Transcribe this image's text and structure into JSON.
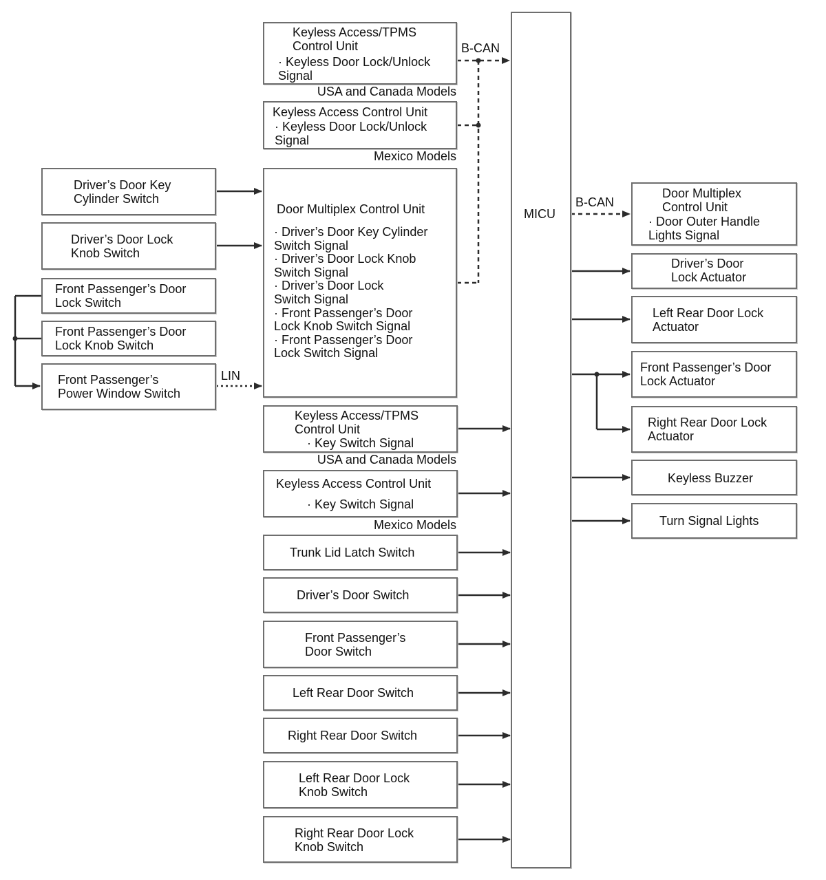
{
  "micu": {
    "label": "MICU"
  },
  "network": {
    "bcan_in": "B-CAN",
    "bcan_out": "B-CAN",
    "lin": "LIN"
  },
  "region_labels": {
    "usa_canada_1": "USA and Canada Models",
    "mexico_1": "Mexico Models",
    "usa_canada_2": "USA and Canada Models",
    "mexico_2": "Mexico Models"
  },
  "left_inputs": {
    "key_cylinder": "Driver’s Door Key\nCylinder Switch",
    "lock_knob": "Driver’s Door Lock\nKnob Switch",
    "fp_lock_switch": "Front Passenger’s Door\nLock Switch",
    "fp_lock_knob": "Front Passenger’s Door\nLock Knob Switch",
    "fp_power_window": "Front Passenger’s\nPower Window Switch"
  },
  "middle_units": {
    "keyless_tpms_1": "Keyless Access/TPMS\nControl Unit",
    "keyless_tpms_1_signal": "· Keyless Door Lock/Unlock\nSignal",
    "keyless_1": "Keyless Access Control Unit",
    "keyless_1_signal": "· Keyless Door Lock/Unlock\nSignal",
    "door_mux_title": "Door Multiplex Control Unit",
    "door_mux_signals": "· Driver’s Door Key Cylinder\nSwitch Signal\n· Driver’s Door Lock Knob\nSwitch Signal\n· Driver’s Door Lock\nSwitch Signal\n· Front Passenger’s Door\nLock Knob Switch Signal\n· Front Passenger’s Door\nLock Switch Signal",
    "keyless_tpms_2": "Keyless Access/TPMS\nControl Unit",
    "keyless_tpms_2_signal": "· Key Switch Signal",
    "keyless_2": "Keyless Access Control Unit",
    "keyless_2_signal": "· Key Switch Signal",
    "trunk_latch": "Trunk Lid Latch Switch",
    "driver_door_switch": "Driver’s Door Switch",
    "fp_door_switch": "Front Passenger’s\nDoor Switch",
    "lr_door_switch": "Left Rear Door Switch",
    "rr_door_switch": "Right Rear Door Switch",
    "lr_lock_knob": "Left Rear Door Lock\nKnob Switch",
    "rr_lock_knob": "Right Rear Door Lock\nKnob Switch"
  },
  "right_outputs": {
    "door_mux_out": "Door Multiplex\nControl Unit",
    "door_mux_out_signal": "· Door Outer Handle\nLights Signal",
    "driver_lock_actuator": "Driver’s Door\nLock Actuator",
    "lr_lock_actuator": "Left Rear Door Lock\nActuator",
    "fp_lock_actuator": "Front Passenger’s Door\nLock Actuator",
    "rr_lock_actuator": "Right Rear Door Lock\nActuator",
    "keyless_buzzer": "Keyless Buzzer",
    "turn_signal_lights": "Turn Signal Lights"
  }
}
